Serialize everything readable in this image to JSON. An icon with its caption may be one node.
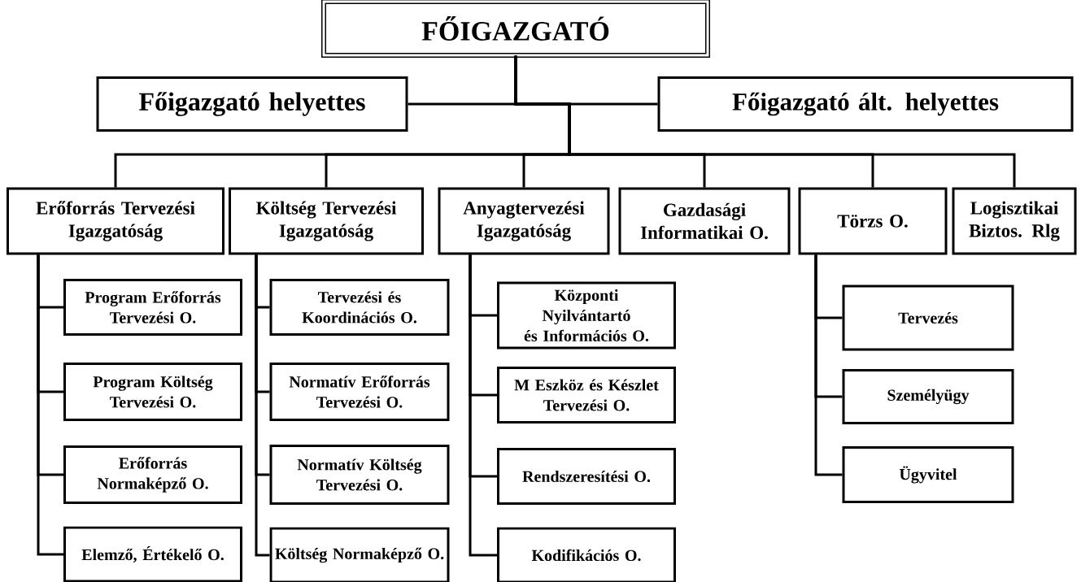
{
  "diagram": {
    "nodes": [
      {
        "text": [
          "FŐIGAZGATÓ"
        ]
      },
      {
        "text": [
          "Főigazgató helyettes"
        ]
      },
      {
        "text": [
          "Főigazgató ált. helyettes"
        ]
      },
      {
        "text": [
          "Erőforrás Tervezési Igazgatóság"
        ]
      },
      {
        "text": [
          "Költség Tervezési Igazgatóság"
        ]
      },
      {
        "text": [
          "Anyagtervezési Igazgatóság"
        ]
      },
      {
        "text": [
          "Gazdasági Informatikai O."
        ]
      },
      {
        "text": [
          "Törzs O."
        ]
      },
      {
        "text": [
          "Logisztikai Biztos. Rlg"
        ]
      },
      {
        "text": [
          "Program Erőforrás Tervezési O."
        ]
      },
      {
        "text": [
          "Program Költség Tervezési O."
        ]
      },
      {
        "text": [
          "Erőforrás Normaképző O."
        ]
      },
      {
        "text": [
          "Elemző, Értékelő O."
        ]
      },
      {
        "text": [
          "Tervezési és Koordinációs O."
        ]
      },
      {
        "text": [
          "Normatív Erőforrás Tervezési O."
        ]
      },
      {
        "text": [
          "Normatív Költség Tervezési O."
        ]
      },
      {
        "text": [
          "Költség Normaképző O."
        ]
      },
      {
        "text": [
          "Központi Nyilvántartó és Információs O."
        ]
      },
      {
        "text": [
          "M Eszköz és Készlet Tervezési O."
        ]
      },
      {
        "text": [
          "Rendszeresítési O."
        ]
      },
      {
        "text": [
          "Kodifikációs O."
        ]
      },
      {
        "text": [
          "Tervezés"
        ]
      },
      {
        "text": [
          "Személyügy"
        ]
      },
      {
        "text": [
          "Ügyvitel"
        ]
      }
    ],
    "edges": [
      {
        "from": 0,
        "to": 1,
        "arrow": "none"
      },
      {
        "from": 0,
        "to": 2,
        "arrow": "none"
      },
      {
        "from": 0,
        "to": 3,
        "arrow": "none"
      },
      {
        "from": 0,
        "to": 4,
        "arrow": "none"
      },
      {
        "from": 0,
        "to": 5,
        "arrow": "none"
      },
      {
        "from": 0,
        "to": 6,
        "arrow": "none"
      },
      {
        "from": 0,
        "to": 7,
        "arrow": "none"
      },
      {
        "from": 0,
        "to": 8,
        "arrow": "none"
      },
      {
        "from": 3,
        "to": 9,
        "arrow": "none"
      },
      {
        "from": 3,
        "to": 10,
        "arrow": "none"
      },
      {
        "from": 3,
        "to": 11,
        "arrow": "none"
      },
      {
        "from": 3,
        "to": 12,
        "arrow": "none"
      },
      {
        "from": 4,
        "to": 13,
        "arrow": "none"
      },
      {
        "from": 4,
        "to": 14,
        "arrow": "none"
      },
      {
        "from": 4,
        "to": 15,
        "arrow": "none"
      },
      {
        "from": 4,
        "to": 16,
        "arrow": "none"
      },
      {
        "from": 5,
        "to": 17,
        "arrow": "none"
      },
      {
        "from": 5,
        "to": 18,
        "arrow": "none"
      },
      {
        "from": 5,
        "to": 19,
        "arrow": "none"
      },
      {
        "from": 5,
        "to": 20,
        "arrow": "none"
      },
      {
        "from": 7,
        "to": 21,
        "arrow": "none"
      },
      {
        "from": 7,
        "to": 22,
        "arrow": "none"
      },
      {
        "from": 7,
        "to": 23,
        "arrow": "none"
      }
    ]
  }
}
